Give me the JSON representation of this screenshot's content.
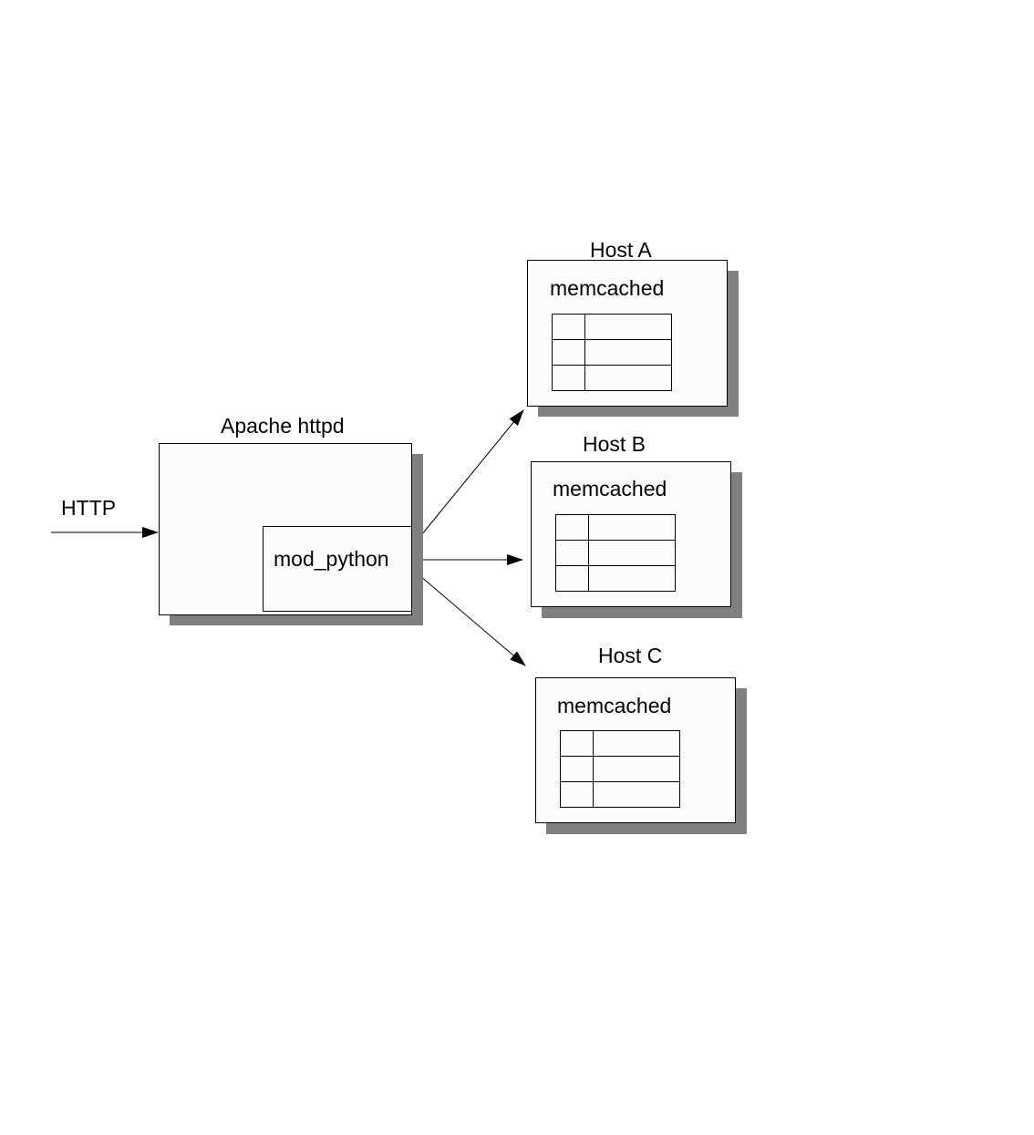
{
  "http_label": "HTTP",
  "apache": {
    "title": "Apache httpd",
    "module": "mod_python"
  },
  "hosts": [
    {
      "title": "Host A",
      "service": "memcached",
      "rows": 3
    },
    {
      "title": "Host B",
      "service": "memcached",
      "rows": 3
    },
    {
      "title": "Host C",
      "service": "memcached",
      "rows": 3
    }
  ],
  "colors": {
    "line": "#000000",
    "shadow": "#808080",
    "box_fill": "#fcfcfc"
  }
}
